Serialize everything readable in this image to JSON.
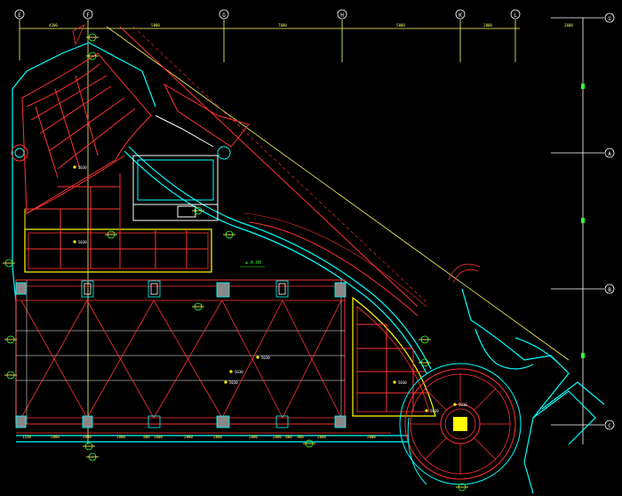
{
  "drawing": {
    "background": "#000000",
    "colors": {
      "grid": "#ffff66",
      "wall": "#ff3333",
      "outline": "#00ffff",
      "white": "#ffffff",
      "green": "#33ff33",
      "yellow_fill": "#ffff00"
    },
    "top_axis_labels": [
      "E",
      "F",
      "G",
      "H",
      "K",
      "L"
    ],
    "right_axis_labels": [
      "①",
      "A",
      "B",
      "C"
    ],
    "top_dimensions": [
      "4200",
      "5800",
      "7600",
      "5800",
      "2800",
      "2600"
    ],
    "bottom_dimensions": [
      "1150",
      "2800",
      "2800",
      "2800",
      "800",
      "1600",
      "2800",
      "2800",
      "2800",
      "2800",
      "800",
      "800",
      "2800",
      "2800"
    ],
    "room_tags": [
      "5030",
      "5030",
      "5030",
      "5030",
      "5030",
      "5030",
      "5030",
      "5030"
    ],
    "elevation_tag": "± 0.00"
  }
}
